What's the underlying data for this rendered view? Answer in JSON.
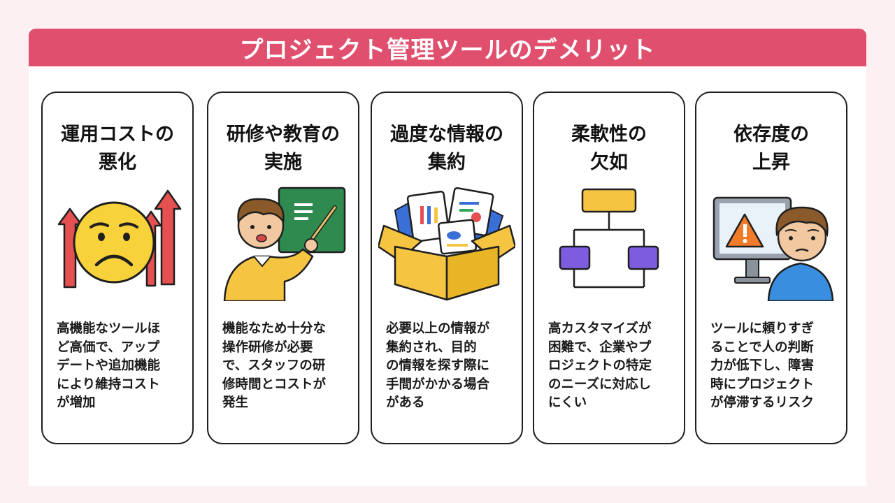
{
  "header": {
    "title": "プロジェクト管理ツールのデメリット"
  },
  "colors": {
    "banner": "#e0506e",
    "background": "#fdf0f3"
  },
  "cards": [
    {
      "title": "運用コストの\n悪化",
      "body": "高機能なツールほ\nど高価で、アップ\nデートや追加機能\nにより維持コスト\nが増加",
      "icon": "worried-face-rising-arrows-icon"
    },
    {
      "title": "研修や教育の\n実施",
      "body": "機能なため十分な\n操作研修が必要\nで、スタッフの研\n修時間とコストが\n発生",
      "icon": "teacher-whiteboard-icon"
    },
    {
      "title": "過度な情報の\n集約",
      "body": "必要以上の情報が\n集約され、目的\nの情報を探す際に\n手間がかかる場合\nがある",
      "icon": "overflowing-box-icon"
    },
    {
      "title": "柔軟性の\n欠如",
      "body": "高カスタマイズが\n困難で、企業やプ\nロジェクトの特定\nのニーズに対応し\nにくい",
      "icon": "rigid-flowchart-icon"
    },
    {
      "title": "依存度の\n上昇",
      "body": "ツールに頼りすぎ\nることで人の判断\n力が低下し、障害\n時にプロジェクト\nが停滞するリスク",
      "icon": "warning-monitor-person-icon"
    }
  ]
}
